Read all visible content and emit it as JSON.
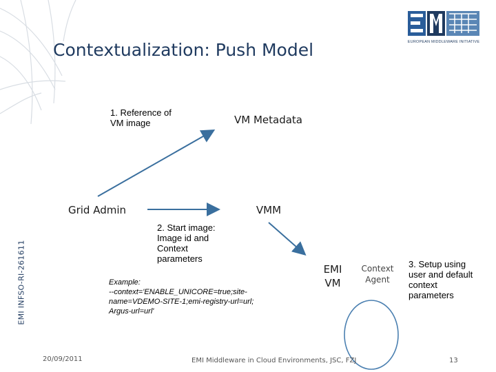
{
  "slide": {
    "title": "Contextualization: Push Model",
    "side_label": "EMI INFSO-RI-261611",
    "logo": {
      "caption": "EUROPEAN MIDDLEWARE INITIATIVE"
    },
    "footer": {
      "date": "20/09/2011",
      "center": "EMI Middleware in Cloud Environments, JSC, FZJ",
      "page": "13"
    }
  },
  "diagram": {
    "nodes": {
      "vm_metadata": "VM Metadata",
      "grid_admin": "Grid Admin",
      "vmm": "VMM",
      "emi_vm_line1": "EMI",
      "emi_vm_line2": "VM",
      "context_agent_line1": "Context",
      "context_agent_line2": "Agent"
    },
    "notes": {
      "step1_line1": "1. Reference of",
      "step1_line2": "VM image",
      "step2_line1": "2. Start image:",
      "step2_line2": "Image id and",
      "step2_line3": "Context",
      "step2_line4": "parameters",
      "step3_line1": "3. Setup using",
      "step3_line2": "user and default",
      "step3_line3": "context",
      "step3_line4": "parameters"
    },
    "example": {
      "line1": "Example:",
      "line2": "--context='ENABLE_UNICORE=true;site-",
      "line3": "name=VDEMO-SITE-1;emi-registry-url=url;",
      "line4": "Argus-url=url'"
    },
    "colors": {
      "arrow": "#3a6f9e",
      "circle": "#4a7fb0",
      "title": "#1f3a5f"
    }
  }
}
